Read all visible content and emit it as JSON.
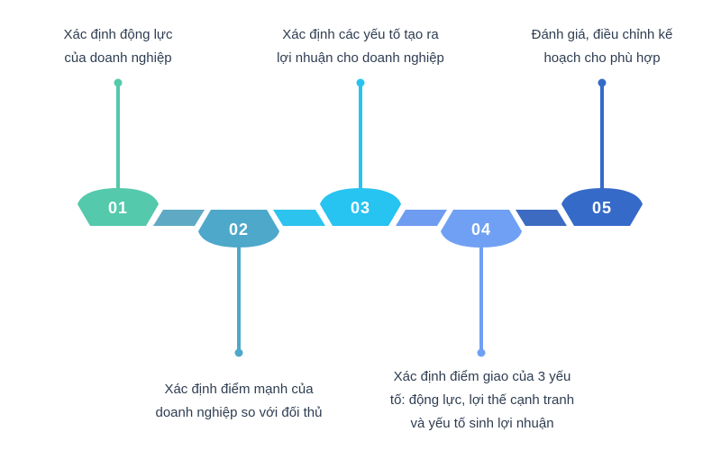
{
  "title": "5-step business planning process timeline",
  "colors": {
    "background": "#ffffff",
    "label_text": "#2e3d51",
    "number_text": "#ffffff"
  },
  "steps": [
    {
      "number": "01",
      "position": "top",
      "color": "#54c9ab",
      "label": "Xác định động lực của doanh nghiệp",
      "label_lines": [
        "Xác định động lực",
        "của doanh nghiệp"
      ]
    },
    {
      "number": "02",
      "position": "bottom",
      "color": "#4da8ca",
      "label": "Xác định điểm mạnh của doanh nghiệp so với đối thủ",
      "label_lines": [
        "Xác định điểm mạnh của",
        "doanh nghiệp so với đối thủ"
      ]
    },
    {
      "number": "03",
      "position": "top",
      "color": "#27c3f1",
      "label": "Xác định các yếu tố tạo ra lợi nhuận cho doanh nghiệp",
      "label_lines": [
        "Xác định các yếu tố tạo ra",
        "lợi nhuận cho doanh nghiệp"
      ]
    },
    {
      "number": "04",
      "position": "bottom",
      "color": "#6fa0f3",
      "label": "Xác định điểm giao của 3 yếu tố: động lực, lợi thế cạnh tranh và yếu tố sinh lợi nhuận",
      "label_lines": [
        "Xác định điểm giao của 3 yếu",
        "tố: động lực, lợi thế cạnh tranh",
        "và yếu tố sinh lợi nhuận"
      ]
    },
    {
      "number": "05",
      "position": "top",
      "color": "#356ac8",
      "label": "Đánh giá, điều chỉnh kế hoạch cho phù hợp",
      "label_lines": [
        "Đánh giá, điều chỉnh kế",
        "hoạch cho phù hợp"
      ]
    }
  ],
  "connectors": [
    {
      "color": "#5fa9c4"
    },
    {
      "color": "#2cc4ee"
    },
    {
      "color": "#6e9cf0"
    },
    {
      "color": "#3d6bc2"
    }
  ]
}
